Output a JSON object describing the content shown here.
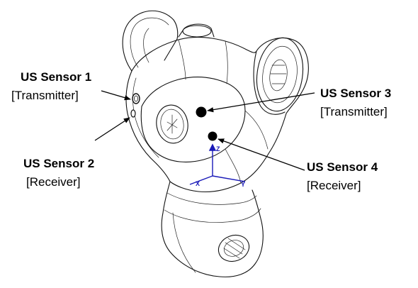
{
  "sensors": [
    {
      "name": "US Sensor 1",
      "role": "[Transmitter]"
    },
    {
      "name": "US Sensor 2",
      "role": "[Receiver]"
    },
    {
      "name": "US Sensor 3",
      "role": "[Transmitter]"
    },
    {
      "name": "US Sensor 4",
      "role": "[Receiver]"
    }
  ],
  "axes": {
    "x": "X",
    "y": "Y",
    "z": "Z",
    "color": "#1a1ab8"
  }
}
